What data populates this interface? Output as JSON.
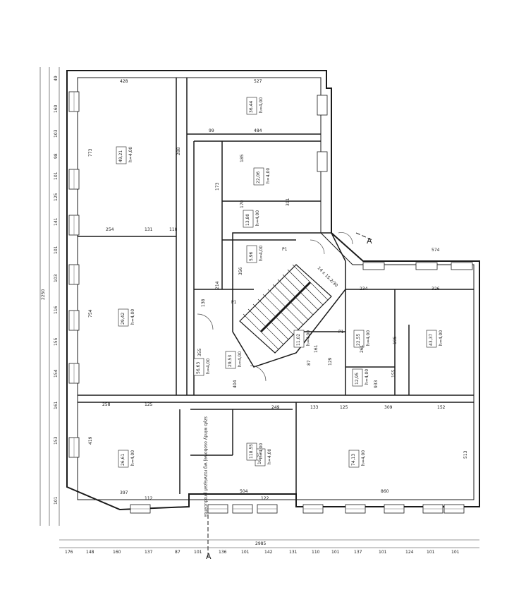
{
  "drawing": {
    "title": "",
    "section_mark": "A",
    "colors": {
      "line": "#1a1a1a",
      "thin": "#555555",
      "window": "#777777",
      "background": "#ffffff"
    }
  },
  "dimensions": {
    "bottom_total": "2985",
    "bottom_segments": [
      "176",
      "148",
      "160",
      "137",
      "87",
      "101",
      "136",
      "101",
      "142",
      "131",
      "110",
      "101",
      "137",
      "101",
      "124",
      "101",
      "101"
    ],
    "left_total": "2250",
    "left_segments": [
      "49",
      "160",
      "103",
      "98",
      "101",
      "125",
      "141",
      "101",
      "103",
      "116",
      "155",
      "154",
      "161",
      "153",
      "101"
    ],
    "room_widths": [
      "428",
      "527",
      "484",
      "99",
      "254",
      "131",
      "118",
      "258",
      "125",
      "397",
      "112",
      "504",
      "122",
      "860",
      "574",
      "234",
      "326",
      "249",
      "133",
      "125",
      "309",
      "152"
    ],
    "internal": [
      "773",
      "754",
      "419",
      "513",
      "288",
      "185",
      "311",
      "404",
      "261",
      "933",
      "129",
      "87",
      "138",
      "355",
      "356",
      "173",
      "214",
      "170",
      "161",
      "155",
      "195"
    ]
  },
  "rooms": [
    {
      "id": "r1",
      "area": "49,21",
      "height": "h=4,00"
    },
    {
      "id": "r2",
      "area": "36,44",
      "height": "h=4,00"
    },
    {
      "id": "r3",
      "area": "29,42",
      "height": "h=4,00"
    },
    {
      "id": "r4",
      "area": "22,06",
      "height": "h=4,00"
    },
    {
      "id": "r5",
      "area": "13,80",
      "height": "h=4,00"
    },
    {
      "id": "r6",
      "area": "5,96",
      "height": "h=4,00"
    },
    {
      "id": "r7",
      "area": "43,37",
      "height": "h=4,00"
    },
    {
      "id": "r8",
      "area": "22,55",
      "height": "h=4,00"
    },
    {
      "id": "r9",
      "area": "29,53",
      "height": "h=4,00"
    },
    {
      "id": "r10",
      "area": "74,13",
      "height": "h=4,00"
    },
    {
      "id": "r11",
      "area": "12,95",
      "height": "h=4,00"
    },
    {
      "id": "r12",
      "area": "26,61",
      "height": "h=4,00"
    },
    {
      "id": "r13",
      "area": "56,63",
      "height": "h=4,00"
    },
    {
      "id": "r14",
      "area": "16,75",
      "height": "h=4,00"
    },
    {
      "id": "r15",
      "area": "118,55",
      "height": "h=4,00"
    },
    {
      "id": "r16",
      "area": "11,02",
      "height": "h=4,00"
    }
  ],
  "labels": {
    "p1": "P1",
    "p2": "P1",
    "p3": "P1",
    "shaft": "szyb windy osobowej wg rozwiązań producenta",
    "stair_note": "14 x 15,2/30"
  }
}
